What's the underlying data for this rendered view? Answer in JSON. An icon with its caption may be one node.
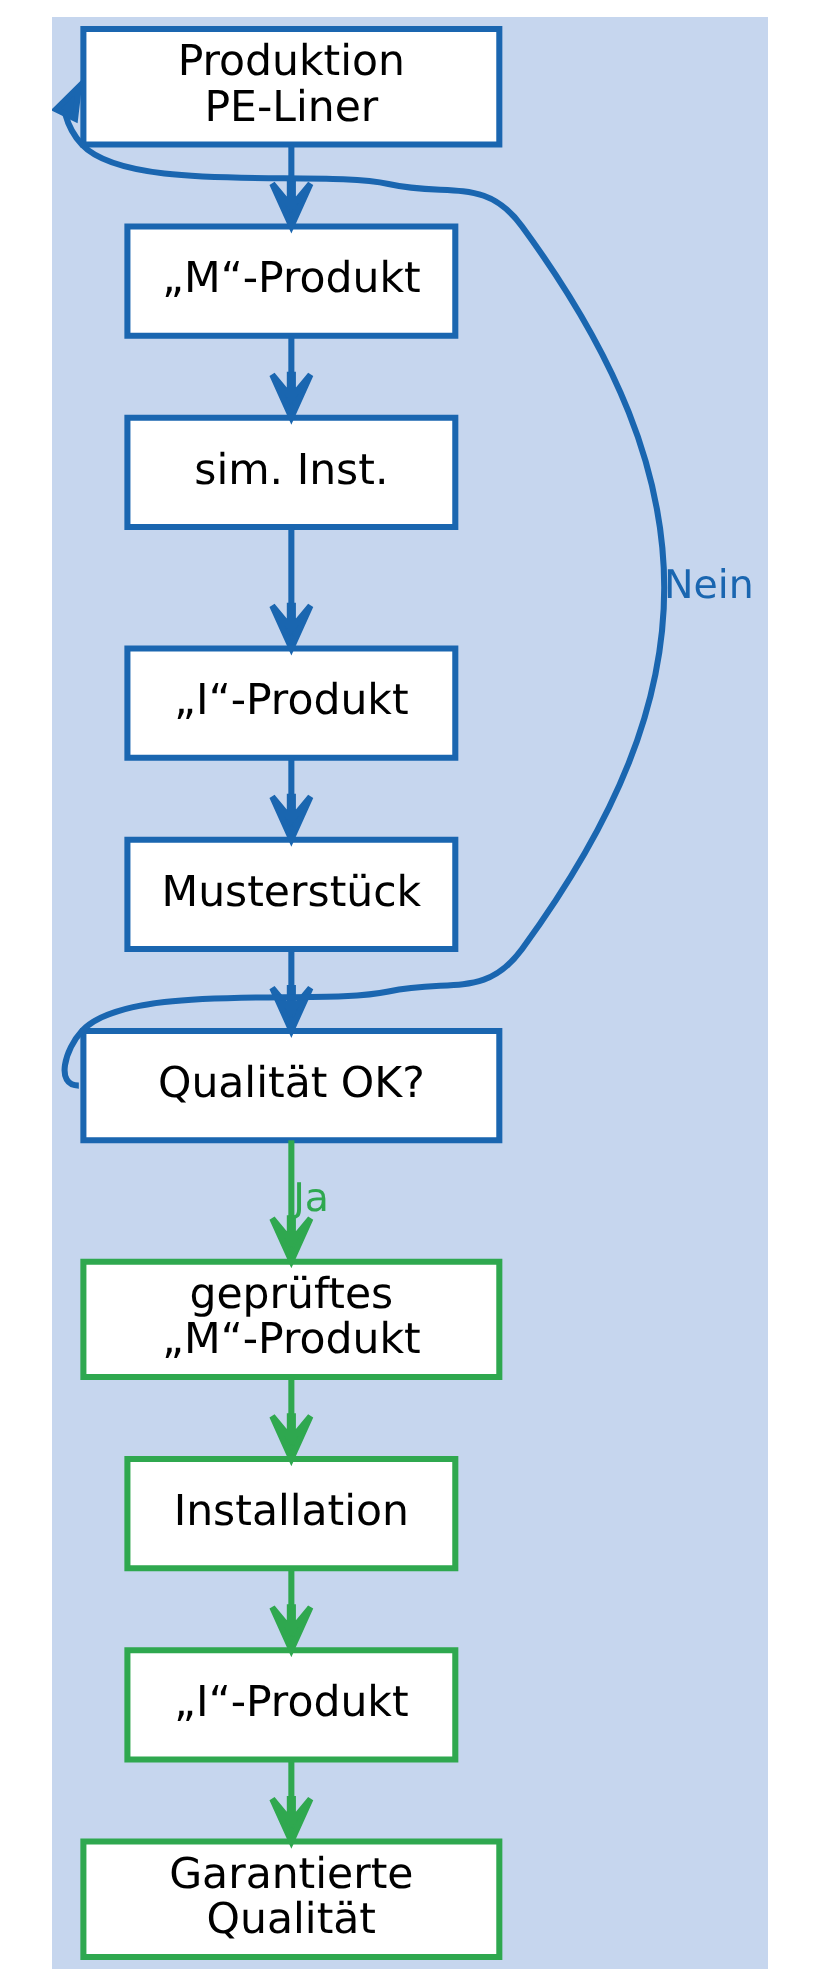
{
  "diagram": {
    "nodes": [
      {
        "text": [
          "Produktion PE-Liner"
        ]
      },
      {
        "text": [
          "„M“-Produkt"
        ]
      },
      {
        "text": [
          "sim. Inst."
        ]
      },
      {
        "text": [
          "„I“-Produkt"
        ]
      },
      {
        "text": [
          "Musterstück"
        ]
      },
      {
        "text": [
          "Qualität OK?"
        ]
      },
      {
        "text": [
          "geprüftes „M“-Produkt"
        ]
      },
      {
        "text": [
          "Installation"
        ]
      },
      {
        "text": [
          "„I“-Produkt"
        ]
      },
      {
        "text": [
          "Garantierte Qualität"
        ]
      }
    ],
    "edges": [
      {
        "from": 0,
        "to": 1,
        "arrow": "to"
      },
      {
        "from": 1,
        "to": 2,
        "arrow": "to"
      },
      {
        "from": 2,
        "to": 3,
        "arrow": "to"
      },
      {
        "from": 3,
        "to": 4,
        "arrow": "to"
      },
      {
        "from": 4,
        "to": 5,
        "arrow": "to"
      },
      {
        "from": 5,
        "to": 0,
        "arrow": "to",
        "label": "Nein"
      },
      {
        "from": 5,
        "to": 6,
        "arrow": "to",
        "label": "Ja",
        "color": "#2fa84f"
      },
      {
        "from": 6,
        "to": 7,
        "arrow": "to",
        "color": "#2fa84f"
      },
      {
        "from": 7,
        "to": 8,
        "arrow": "to",
        "color": "#2fa84f"
      },
      {
        "from": 8,
        "to": 9,
        "arrow": "to",
        "color": "#2fa84f"
      }
    ]
  }
}
